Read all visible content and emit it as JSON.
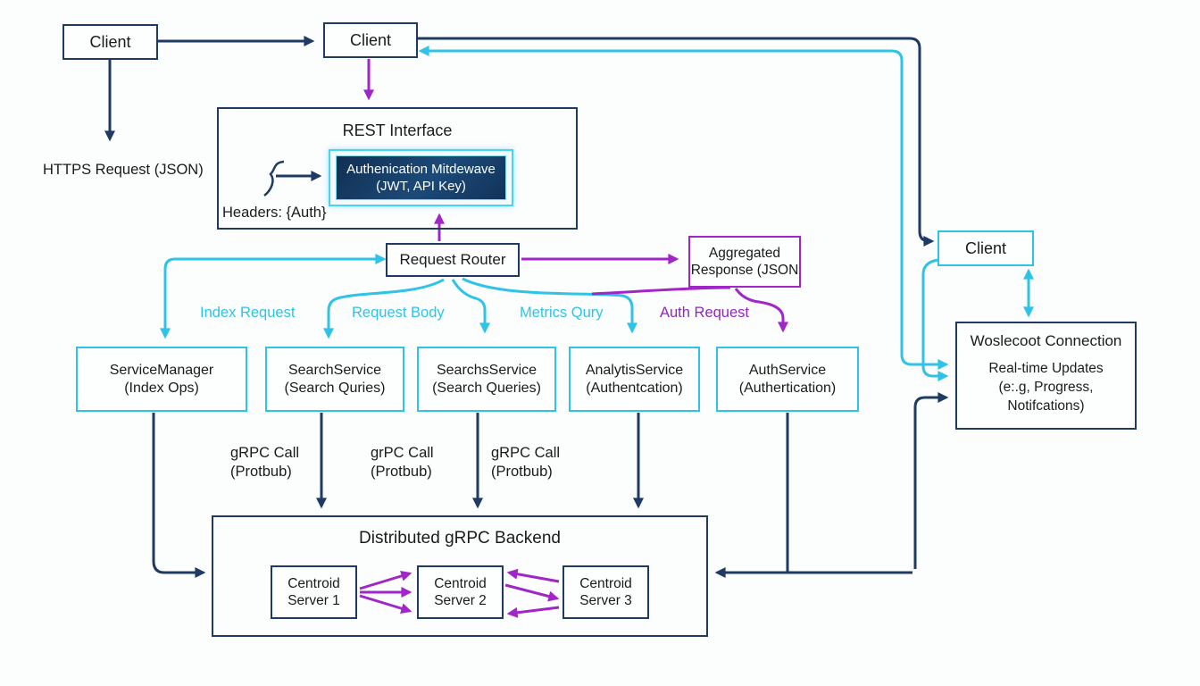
{
  "colors": {
    "navy": "#1f3a63",
    "cyan": "#2fc3e8",
    "purple": "#a126c8",
    "middleware_bg": "#16355c"
  },
  "clients": {
    "top_left": "Client",
    "top_center": "Client",
    "right": "Client"
  },
  "https_label": "HTTPS Request (JSON)",
  "rest_interface": {
    "title": "REST Interface",
    "middleware": "Authenication Mitdewave\n(JWT, API Key)",
    "headers_label": "Headers: {Auth}"
  },
  "request_router": "Request Router",
  "aggregated_response": "Aggregated\nResponse (JSON",
  "flow_labels": {
    "index": "Index Request",
    "body": "Request Body",
    "metrics": "Metrics Qury",
    "auth": "Auth Request"
  },
  "services": [
    {
      "label": "ServiceManager\n(Index Ops)"
    },
    {
      "label": "SearchService\n(Search Quries)"
    },
    {
      "label": "SearchsService\n(Search Queries)"
    },
    {
      "label": "AnalytisService\n(Authentcation)"
    },
    {
      "label": "AuthService\n(Authertication)"
    }
  ],
  "grpc_labels": [
    "gRPC Call\n(Protbub)",
    "grPC Call\n(Protbub)",
    "gRPC Call\n(Protbub)"
  ],
  "backend": {
    "title": "Distributed gRPC Backend",
    "servers": [
      "Centroid\nServer 1",
      "Centroid\nServer 2",
      "Centroid\nServer 3"
    ]
  },
  "websocket": {
    "title": "Woslecoot Connection",
    "body": "Real-time Updates\n(e:.g, Progress,\nNotifcations)"
  }
}
